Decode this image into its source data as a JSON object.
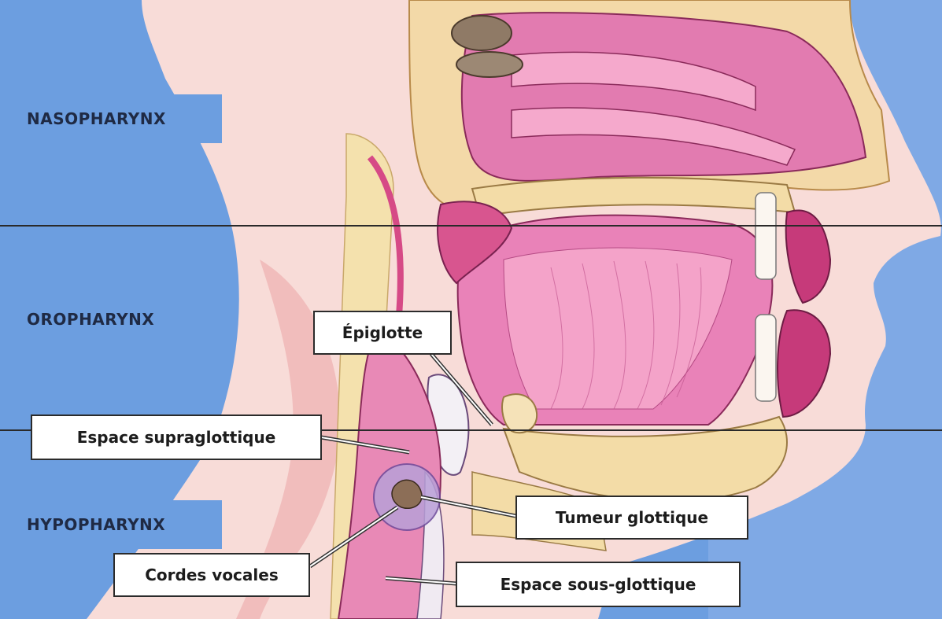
{
  "regions": {
    "nasopharynx": "NASOPHARYNX",
    "oropharynx": "OROPHARYNX",
    "hypopharynx": "HYPOPHARYNX"
  },
  "labels": {
    "epiglotte": "Épiglotte",
    "espace_supraglottique": "Espace supraglottique",
    "tumeur_glottique": "Tumeur glottique",
    "cordes_vocales": "Cordes vocales",
    "espace_sous_glottique": "Espace sous-glottique"
  },
  "colors": {
    "background_blue": "#6c9ee0",
    "skin": "#f7d6d3",
    "tissue_pink": "#e87ab0",
    "tissue_dark": "#c2407f",
    "bone": "#f3dca7"
  }
}
